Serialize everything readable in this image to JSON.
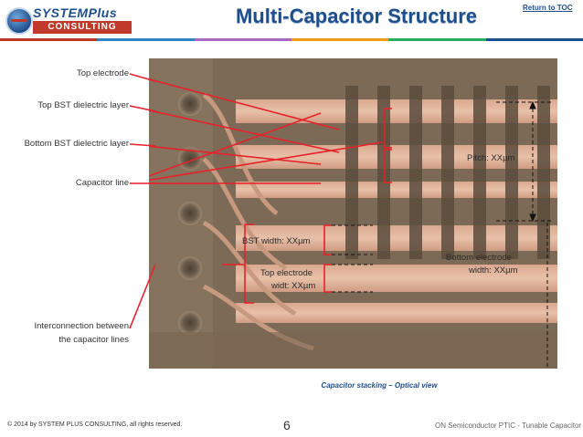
{
  "header": {
    "logo_top": "SYSTEMPlus",
    "logo_bottom": "CONSULTING",
    "title": "Multi-Capacitor Structure",
    "return_link": "Return to TOC",
    "rule_colors": [
      "#c0392b",
      "#2e86c1",
      "#a569bd",
      "#f39c12",
      "#27ae60",
      "#1f4e8c"
    ]
  },
  "labels": {
    "top_electrode": "Top electrode",
    "top_bst": "Top BST dielectric layer",
    "bottom_bst": "Bottom BST dielectric layer",
    "capacitor_line": "Capacitor line",
    "interconnection_l1": "Interconnection between",
    "interconnection_l2": "the capacitor lines"
  },
  "photo_labels": {
    "pitch": "Pitch: XXµm",
    "bst_width": "BST width: XXµm",
    "top_electrode_width_l1": "Top electrode",
    "top_electrode_width_l2": "widt: XXµm",
    "bottom_electrode_l1": "Bottom electrode",
    "bottom_electrode_l2": "width: XXµm"
  },
  "caption": "Capacitor stacking – Optical view",
  "footer": {
    "copyright": "© 2014 by SYSTEM PLUS CONSULTING, all rights reserved.",
    "page_number": "6",
    "product": "ON Semiconductor PTIC - Tunable Capacitor"
  },
  "colors": {
    "title_blue": "#1f4e8c",
    "annotation_red": "#e8212a",
    "photo_base": "#7d6b55"
  }
}
